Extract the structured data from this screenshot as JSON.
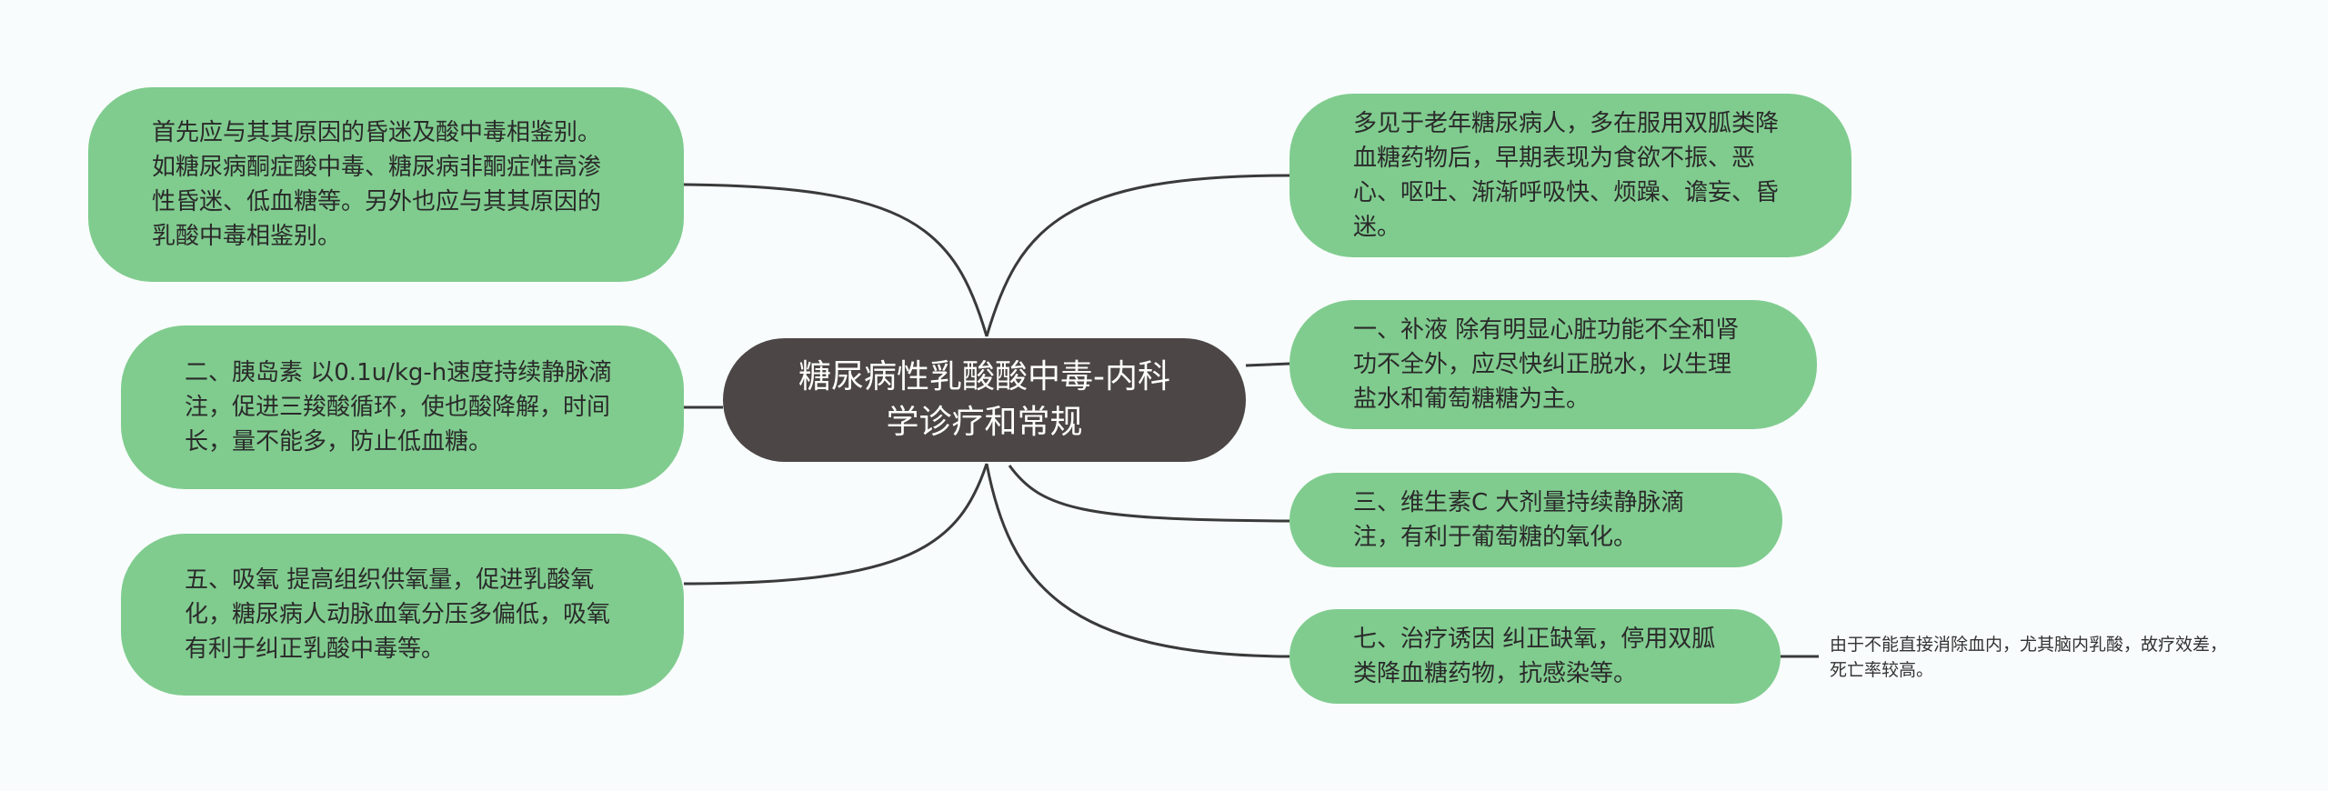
{
  "center": "糖尿病性乳酸酸中毒-内科学诊疗和常规",
  "left": [
    "首先应与其其原因的昏迷及酸中毒相鉴别。如糖尿病酮症酸中毒、糖尿病非酮症性高渗性昏迷、低血糖等。另外也应与其其原因的乳酸中毒相鉴别。",
    "二、胰岛素 以0.1u/kg-h速度持续静脉滴注，促进三羧酸循环，使也酸降解，时间长，量不能多，防止低血糖。",
    "五、吸氧 提高组织供氧量，促进乳酸氧化，糖尿病人动脉血氧分压多偏低，吸氧有利于纠正乳酸中毒等。"
  ],
  "right": [
    "多见于老年糖尿病人，多在服用双胍类降血糖药物后，早期表现为食欲不振、恶心、呕吐、渐渐呼吸快、烦躁、谵妄、昏迷。",
    "一、补液 除有明显心脏功能不全和肾功不全外，应尽快纠正脱水，以生理盐水和葡萄糖糖为主。",
    "三、维生素C 大剂量持续静脉滴注，有利于葡萄糖的氧化。",
    "七、治疗诱因 纠正缺氧，停用双胍类降血糖药物，抗感染等。"
  ],
  "note": "由于不能直接消除血内，尤其脑内乳酸，故疗效差，死亡率较高。",
  "colors": {
    "topic": "#80cc8f",
    "center": "#4c4646",
    "line": "#3a3a3a",
    "background": "#f8fcfc"
  }
}
